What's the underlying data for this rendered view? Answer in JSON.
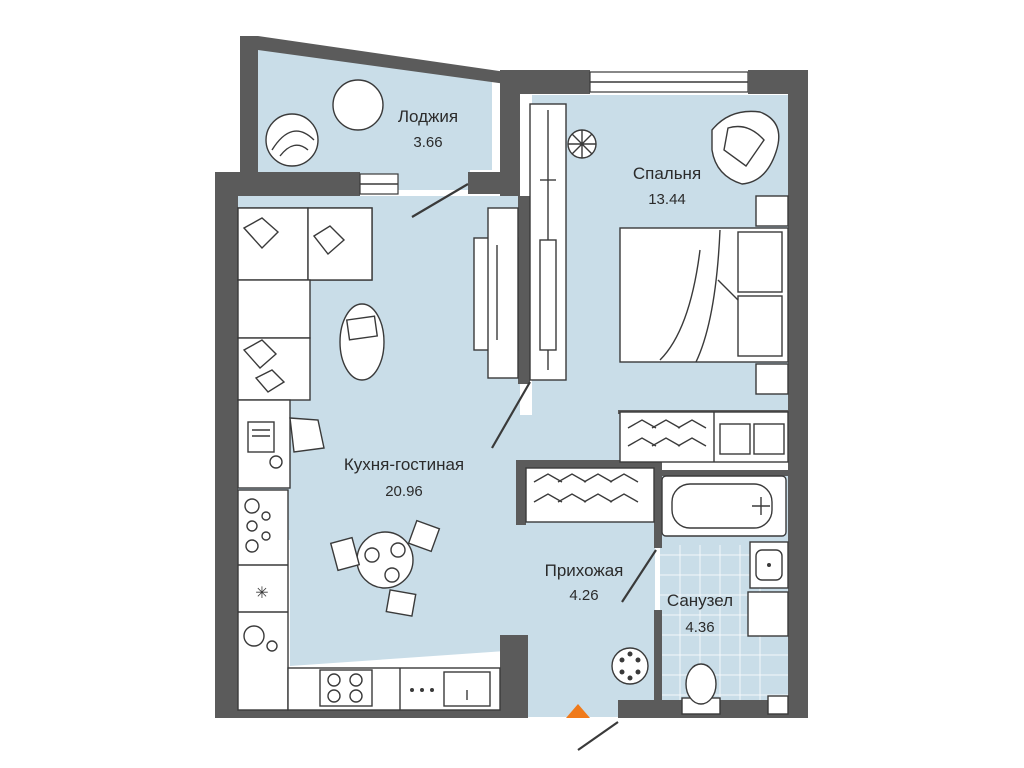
{
  "rooms": [
    {
      "id": "loggia",
      "name": "Лоджия",
      "area": "3.66"
    },
    {
      "id": "bedroom",
      "name": "Спальня",
      "area": "13.44"
    },
    {
      "id": "kitchen_living",
      "name": "Кухня-гостиная",
      "area": "20.96"
    },
    {
      "id": "hallway",
      "name": "Прихожая",
      "area": "4.26"
    },
    {
      "id": "bathroom",
      "name": "Санузел",
      "area": "4.36"
    }
  ],
  "colors": {
    "floor": "#c9dde8",
    "wall": "#5b5b5b",
    "entrance_marker": "#f07a1a",
    "bathroom_tile": "#bfd6e2"
  },
  "icons": [
    "entrance-arrow-icon",
    "armchair-icon",
    "sofa-icon",
    "bed-icon",
    "toilet-icon",
    "bathtub-icon",
    "sink-icon",
    "stove-icon"
  ]
}
